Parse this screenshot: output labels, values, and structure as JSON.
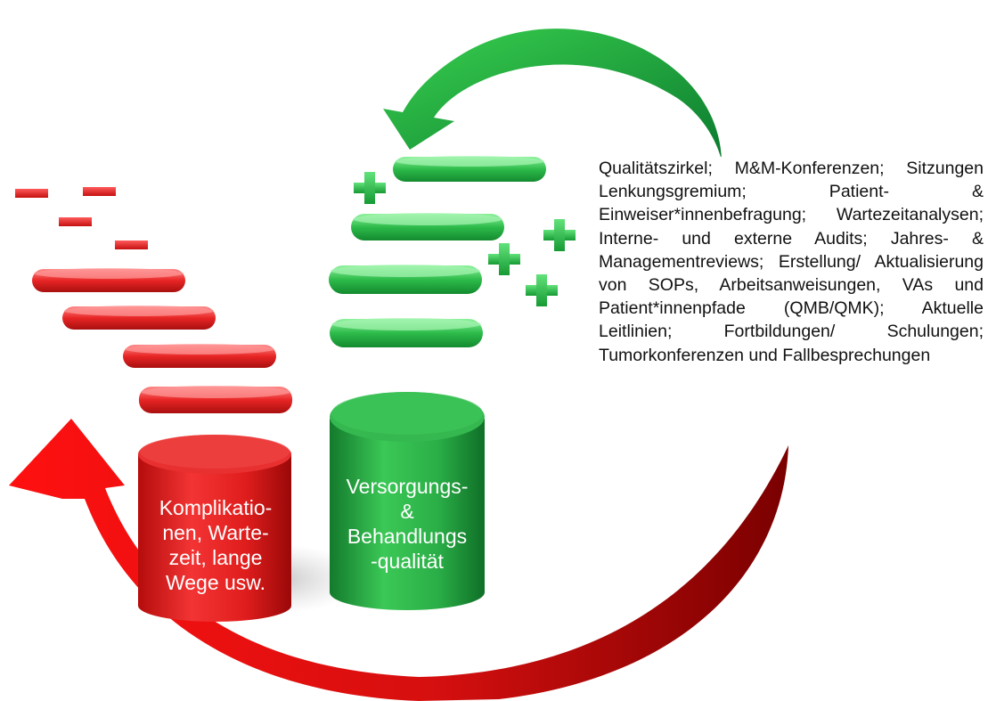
{
  "colors": {
    "negative": "#e21d1d",
    "positive": "#2ab84a",
    "negative_dark": "#9b0000",
    "positive_dark": "#0b7a2e"
  },
  "icons": {
    "minus": "minus-icon",
    "plus": "plus-icon",
    "arrow_green": "curved-arrow-down-left-icon",
    "arrow_red": "curved-arrow-up-left-icon"
  },
  "red_cylinder": {
    "label": "Komplikatio-\nnen, Warte-\nzeit, lange\nWege usw."
  },
  "green_cylinder": {
    "label": "Versorgungs-\n&\nBehandlungs\n-qualität"
  },
  "measures_text": "Qualitätszirkel; M&M-Konferenzen; Sitzungen Lenkungsgremium; Patient- & Einweiser*innenbefragung; Wartezeitanalysen; Interne- und externe Audits; Jahres- & Managementreviews; Erstellung/ Aktualisierung von SOPs, Arbeitsanweisungen, VAs und Patient*innenpfade (QMB/QMK); Aktuelle Leitlinien; Fortbildungen/ Schulungen; Tumorkonferenzen und Fallbesprechungen"
}
